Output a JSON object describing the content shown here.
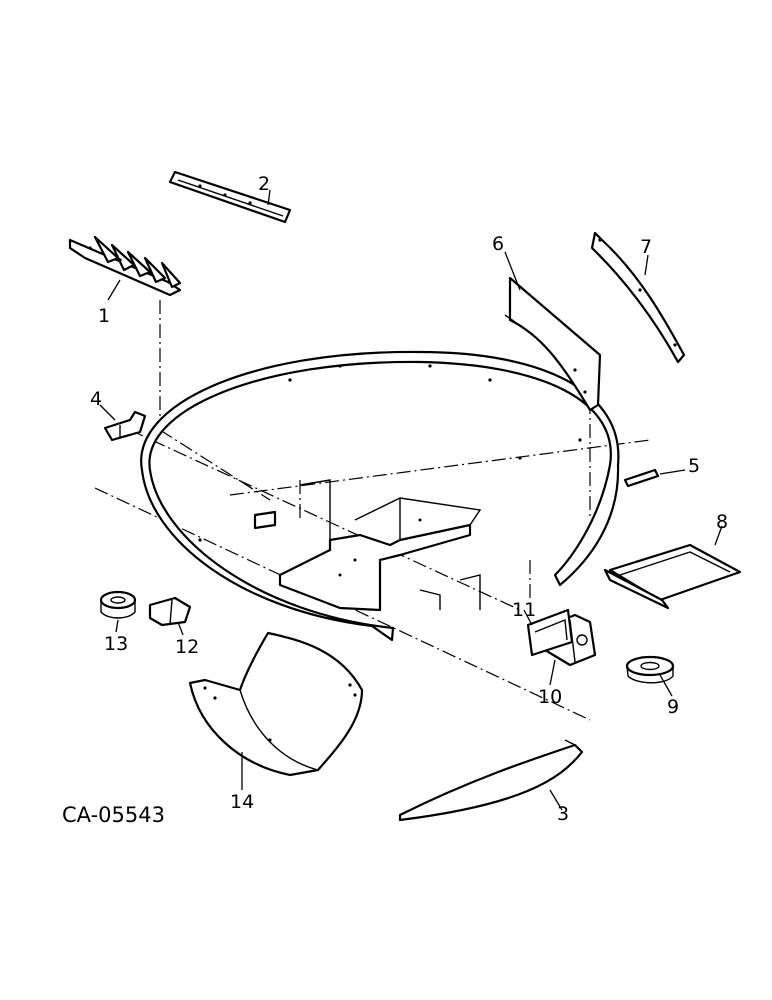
{
  "figure": {
    "code": "CA-05543",
    "callouts": [
      {
        "id": "callout-1",
        "text": "1"
      },
      {
        "id": "callout-2",
        "text": "2"
      },
      {
        "id": "callout-3",
        "text": "3"
      },
      {
        "id": "callout-4",
        "text": "4"
      },
      {
        "id": "callout-5",
        "text": "5"
      },
      {
        "id": "callout-6",
        "text": "6"
      },
      {
        "id": "callout-7",
        "text": "7"
      },
      {
        "id": "callout-8",
        "text": "8"
      },
      {
        "id": "callout-9",
        "text": "9"
      },
      {
        "id": "callout-10",
        "text": "10"
      },
      {
        "id": "callout-11",
        "text": "11"
      },
      {
        "id": "callout-12",
        "text": "12"
      },
      {
        "id": "callout-13",
        "text": "13"
      },
      {
        "id": "callout-14",
        "text": "14"
      }
    ]
  }
}
